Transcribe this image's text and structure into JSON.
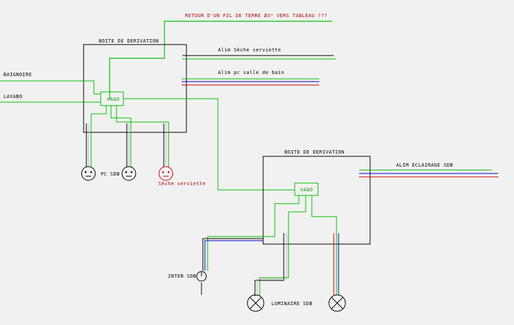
{
  "colors": {
    "background": "#f1f1f1",
    "line": "#000000",
    "green": "#00c000",
    "blue": "#0000cc",
    "red": "#cc0000",
    "grey": "#b9b9b9"
  },
  "labels": {
    "earth_return": "RETOUR D'UN FIL DE TERRE Ø3² VERS TABLEAU ???",
    "box1_title": "BOITE DE DERIVATION",
    "box2_title": "BOITE DE DERIVATION",
    "alim_seche": "Alim Sèche serviette",
    "alim_pc": "Alim pc salle de bain",
    "alim_eclairage": "ALIM  ECLAIRAGE SDB",
    "baignoire": "BAIGNOIRE",
    "lavabo": "LAVABO",
    "vago1": "VAGO",
    "vago2": "VAGO",
    "pc_sdb": "PC SDB",
    "seche_serviette": "Sèche serviette",
    "inter_sdb": "INTER SDB",
    "luminaire_sdb": "LUMINAIRE SDB"
  }
}
